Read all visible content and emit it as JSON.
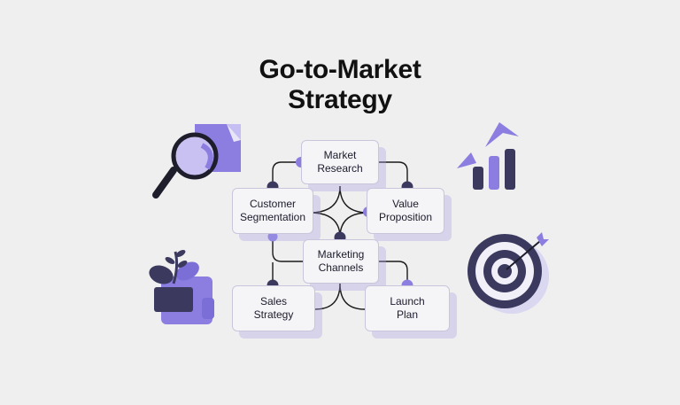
{
  "title": {
    "line1": "Go-to-Market",
    "line2": "Strategy"
  },
  "nodes": {
    "market_research": {
      "line1": "Market",
      "line2": "Research"
    },
    "customer_segmentation": {
      "line1": "Customer",
      "line2": "Segmentation"
    },
    "value_proposition": {
      "line1": "Value",
      "line2": "Proposition"
    },
    "marketing_channels": {
      "line1": "Marketing",
      "line2": "Channels"
    },
    "sales_strategy": {
      "line1": "Sales",
      "line2": "Strategy"
    },
    "launch_plan": {
      "line1": "Launch",
      "line2": "Plan"
    }
  },
  "colors": {
    "dark": "#3b3a5e",
    "accent": "#8b7ee0",
    "light_accent": "#b3a8ee",
    "line": "#1a1a1a"
  },
  "icons": [
    "magnifier-icon",
    "document-icon",
    "bar-chart-icon",
    "arrow-up-icon",
    "plant-icon",
    "target-icon"
  ]
}
